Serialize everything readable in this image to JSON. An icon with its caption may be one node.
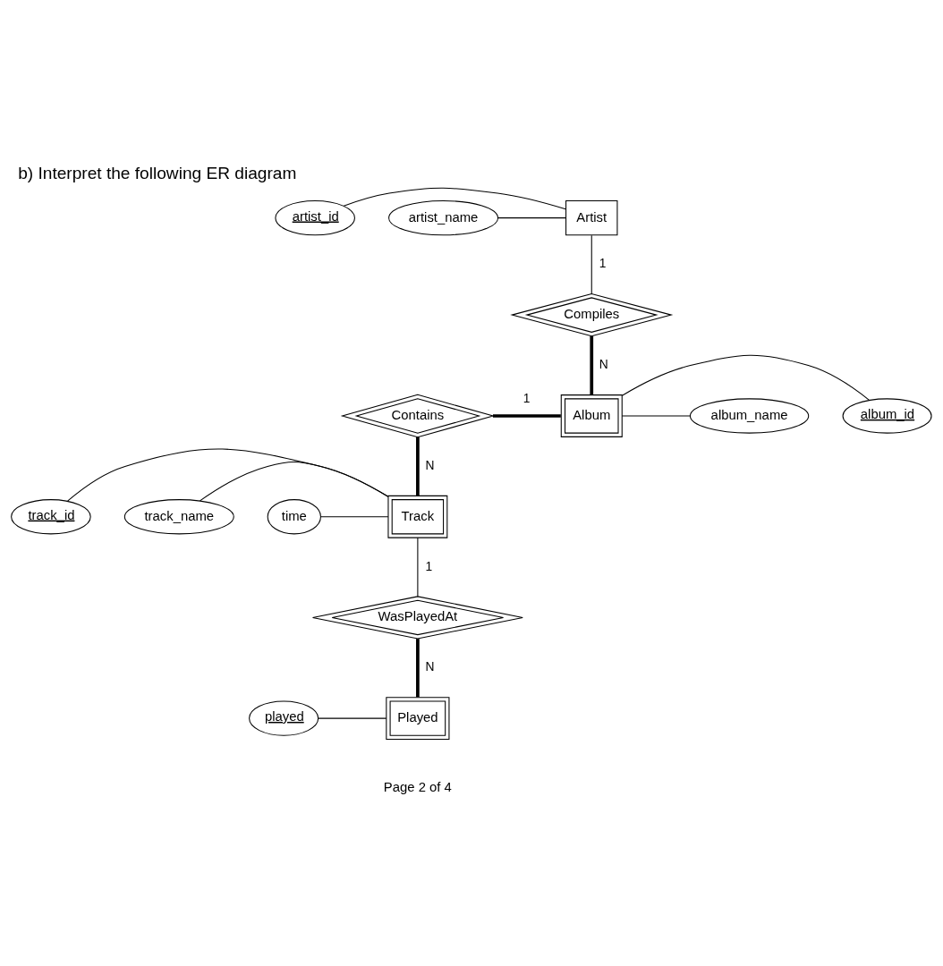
{
  "diagram": {
    "title": "b) Interpret the following ER diagram",
    "nodes": [
      {
        "text": [
          "artist_id"
        ]
      },
      {
        "text": [
          "Artist"
        ]
      },
      {
        "text": [
          "artist_name"
        ]
      },
      {
        "text": [
          "Compiles"
        ]
      },
      {
        "text": [
          "album_id"
        ]
      },
      {
        "text": [
          "Contains"
        ]
      },
      {
        "text": [
          "Album"
        ]
      },
      {
        "text": [
          "album_name"
        ]
      },
      {
        "text": [
          "track_id"
        ]
      },
      {
        "text": [
          "track_name"
        ]
      },
      {
        "text": [
          "Track"
        ]
      },
      {
        "text": [
          "time"
        ]
      },
      {
        "text": [
          "WasPlayedAt"
        ]
      },
      {
        "text": [
          "played"
        ]
      },
      {
        "text": [
          "Played"
        ]
      }
    ],
    "edges": [
      {
        "from": 0,
        "to": 1,
        "arrow": "none"
      },
      {
        "from": 2,
        "to": 1,
        "arrow": "none"
      },
      {
        "from": 1,
        "to": 3,
        "arrow": "none",
        "label": "1"
      },
      {
        "from": 3,
        "to": 6,
        "arrow": "none",
        "label": "N",
        "style": "thick"
      },
      {
        "from": 6,
        "to": 4,
        "arrow": "none"
      },
      {
        "from": 6,
        "to": 7,
        "arrow": "none"
      },
      {
        "from": 5,
        "to": 6,
        "arrow": "none",
        "label": "1",
        "style": "thick"
      },
      {
        "from": 5,
        "to": 10,
        "arrow": "none",
        "label": "N",
        "style": "thick"
      },
      {
        "from": 8,
        "to": 10,
        "arrow": "none"
      },
      {
        "from": 9,
        "to": 10,
        "arrow": "none"
      },
      {
        "from": 11,
        "to": 10,
        "arrow": "none"
      },
      {
        "from": 10,
        "to": 12,
        "arrow": "none",
        "label": "1"
      },
      {
        "from": 12,
        "to": 14,
        "arrow": "none",
        "label": "N",
        "style": "thick"
      },
      {
        "from": 13,
        "to": 14,
        "arrow": "none"
      }
    ],
    "labels": [
      "Page 2 of 4"
    ]
  }
}
